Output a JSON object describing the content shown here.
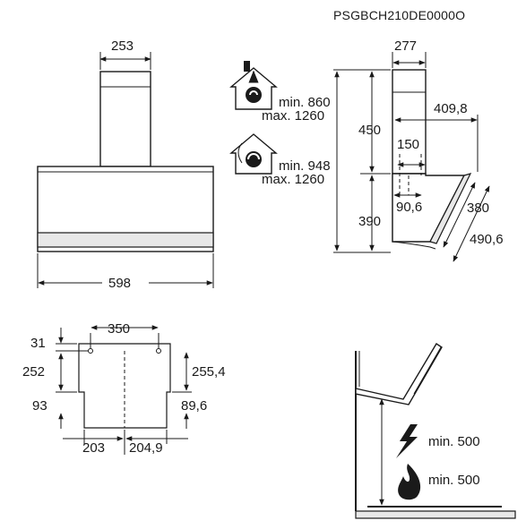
{
  "model_code": "PSGBCH210DE0000O",
  "front_view": {
    "chimney_width": "253",
    "hood_width": "598"
  },
  "side_view": {
    "chimney_depth": "277",
    "overall_depth": "409,8",
    "chimney_height": "450",
    "hood_height": "390",
    "bracket_offset": "150",
    "bracket_depth": "90,6",
    "panel_height": "380",
    "panel_length": "490,6",
    "extraction_min": "min. 860",
    "extraction_max": "max. 1260",
    "recirculation_min": "min. 948",
    "recirculation_max": "max. 1260"
  },
  "mounting_view": {
    "hole_spacing": "350",
    "top_offset": "31",
    "left_height": "252",
    "right_height": "255,4",
    "left_bottom": "93",
    "right_bottom": "89,6",
    "left_width": "203",
    "right_width": "204,9"
  },
  "clearance_view": {
    "electric_min": "min. 500",
    "gas_min": "min. 500"
  },
  "icons": [
    "extraction-mode-icon",
    "recirculation-mode-icon",
    "electric-hob-icon",
    "gas-flame-icon"
  ]
}
